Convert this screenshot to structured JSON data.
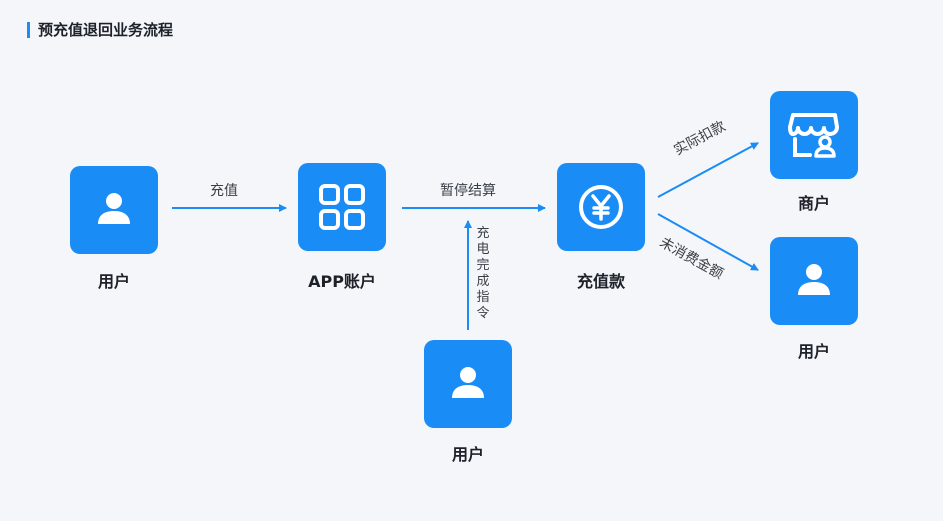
{
  "title": "预充值退回业务流程",
  "nodes": {
    "user_left": {
      "label": "用户",
      "icon": "user-icon"
    },
    "app_account": {
      "label": "APP账户",
      "icon": "grid-apps-icon"
    },
    "recharge_fund": {
      "label": "充值款",
      "icon": "yen-icon"
    },
    "merchant": {
      "label": "商户",
      "icon": "storefront-icon"
    },
    "user_right": {
      "label": "用户",
      "icon": "user-icon"
    },
    "user_bottom": {
      "label": "用户",
      "icon": "user-icon"
    }
  },
  "edges": {
    "recharge": "充值",
    "suspend_settlement": "暂停结算",
    "complete_recharge_command": "充电完成指令",
    "actual_deduction": "实际扣款",
    "unconsumed_amount": "未消费金额"
  },
  "colors": {
    "accent": "#1a8cf5",
    "text": "#1d2129",
    "background": "#f4f6f9"
  }
}
